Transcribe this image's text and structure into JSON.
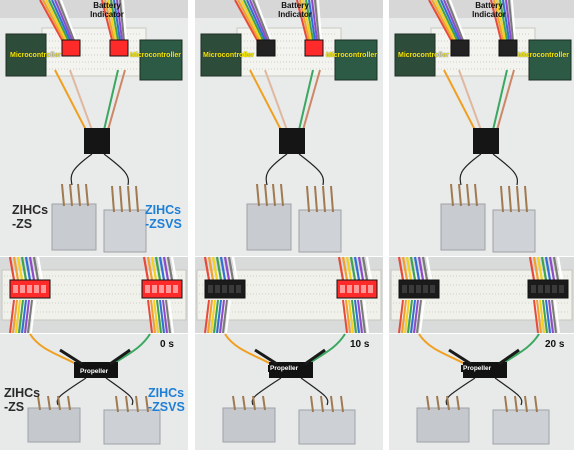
{
  "labels": {
    "battery_indicator": "Battery\nIndicator",
    "microcontroller": "Microcontroller",
    "zihcs_zs": "ZIHCs\n-ZS",
    "zihcs_zsvs": "ZIHCs\n-ZSVS",
    "propeller": "Propeller"
  },
  "times": [
    "0 s",
    "10 s",
    "20 s"
  ],
  "colors": {
    "zsvs_label": "#1e7fd6",
    "zs_label": "#2a2a2a",
    "microcontroller_label": "#f2e600",
    "led_lit": "#ff2a2a"
  },
  "led_levels": [
    {
      "left": 1.0,
      "right": 1.0
    },
    {
      "left": 0.0,
      "right": 1.0
    },
    {
      "left": 0.0,
      "right": 0.0
    }
  ]
}
